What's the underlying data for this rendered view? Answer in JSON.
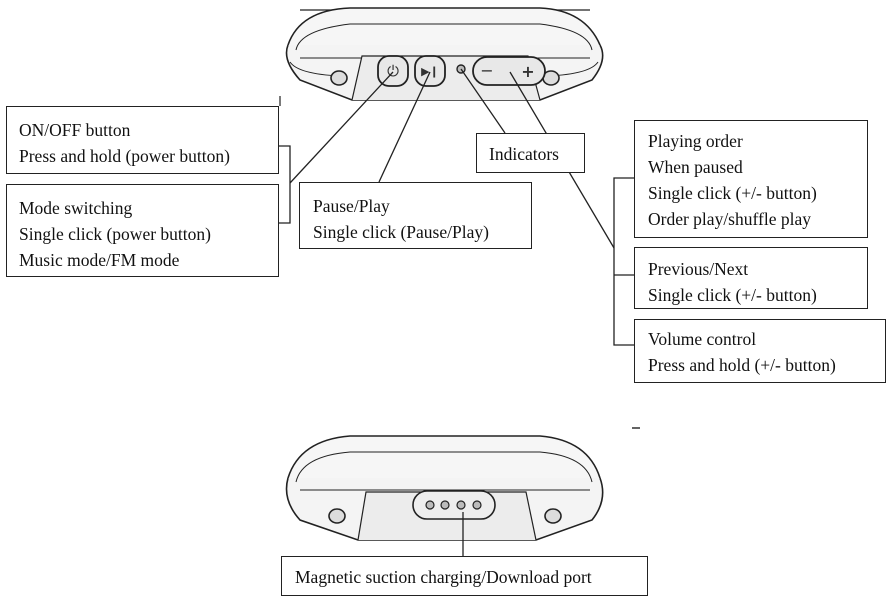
{
  "callouts": {
    "onoff": {
      "title": "ON/OFF button",
      "desc": "Press and hold (power button)"
    },
    "mode": {
      "title": "Mode switching",
      "desc": "Single click (power button)",
      "desc2": "Music mode/FM mode"
    },
    "pause": {
      "title": "Pause/Play",
      "desc": "Single click (Pause/Play)"
    },
    "indicators": {
      "title": "Indicators"
    },
    "order": {
      "title": "Playing order",
      "sub": "When paused",
      "desc": "Single click (+/- button)",
      "desc2": "Order play/shuffle play"
    },
    "prevnext": {
      "title": "Previous/Next",
      "desc": "Single click (+/- button)"
    },
    "volume": {
      "title": "Volume control",
      "desc": "Press and hold (+/- button)"
    },
    "port": {
      "title": "Magnetic suction charging/Download port"
    }
  },
  "device_buttons": {
    "power_glyph": "⏻",
    "play_glyph": "▶❙",
    "minus_glyph": "−",
    "plus_glyph": "+"
  },
  "colors": {
    "line": "#222222",
    "device_fill": "#f4f4f4",
    "device_shade": "#cfcfcf"
  }
}
